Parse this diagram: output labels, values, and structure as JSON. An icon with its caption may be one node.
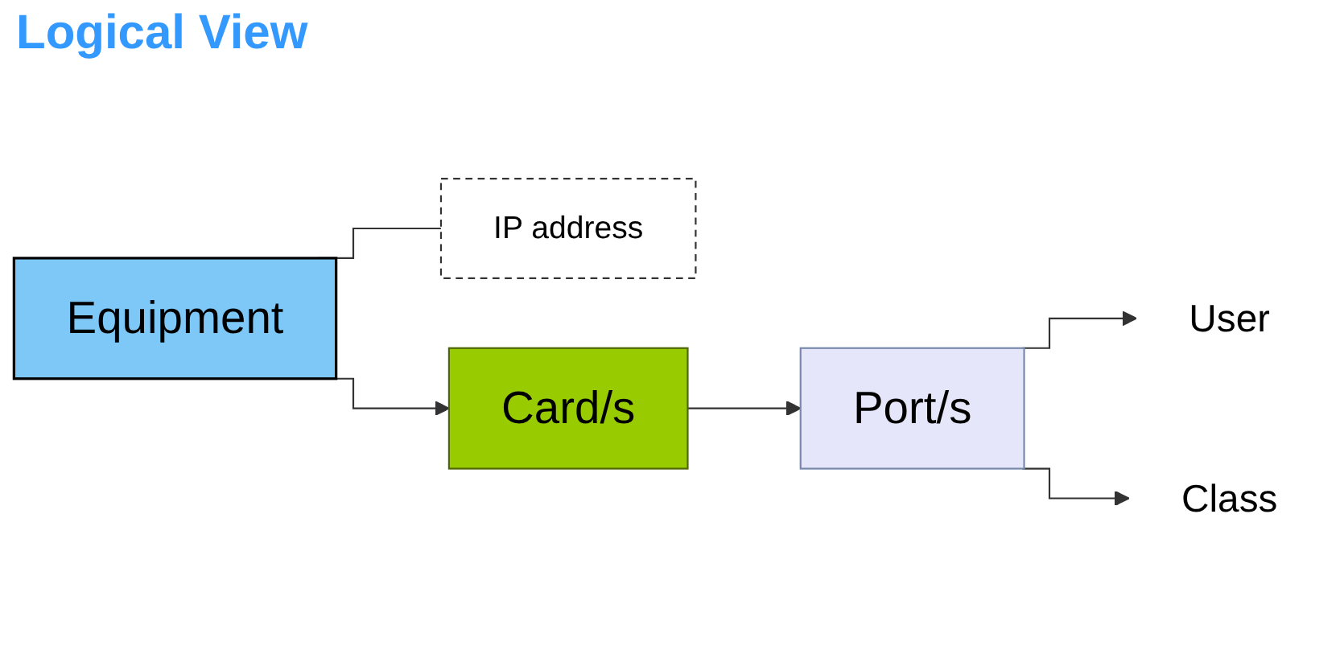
{
  "diagram": {
    "title": "Logical View",
    "nodes": [
      {
        "text": [
          "Equipment"
        ]
      },
      {
        "text": [
          "IP address"
        ]
      },
      {
        "text": [
          "Card/s"
        ]
      },
      {
        "text": [
          "Port/s"
        ]
      },
      {
        "text": [
          "User"
        ]
      },
      {
        "text": [
          "Class"
        ]
      }
    ],
    "edges": [
      {
        "from": 0,
        "to": 1,
        "arrow": "none"
      },
      {
        "from": 0,
        "to": 2,
        "arrow": "to"
      },
      {
        "from": 2,
        "to": 3,
        "arrow": "to"
      },
      {
        "from": 3,
        "to": 4,
        "arrow": "to"
      },
      {
        "from": 3,
        "to": 5,
        "arrow": "to"
      }
    ]
  }
}
